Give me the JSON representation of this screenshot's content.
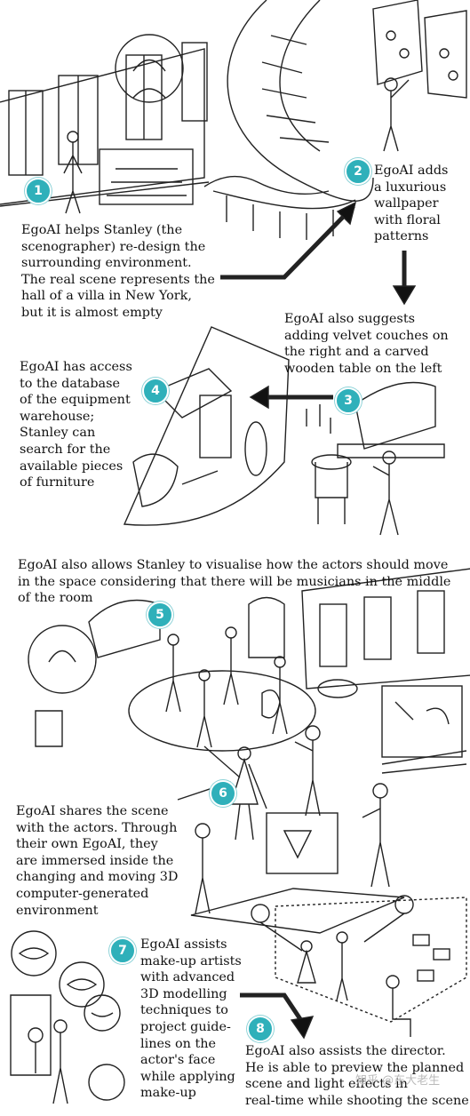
{
  "badges": [
    "1",
    "2",
    "3",
    "4",
    "5",
    "6",
    "7",
    "8"
  ],
  "captions": {
    "c1": "EgoAI helps Stanley (the\nscenographer) re-design the\nsurrounding environment.\nThe real scene represents the\nhall of a villa in New York,\nbut it is almost empty",
    "c2": "EgoAI adds\na luxurious\nwallpaper\nwith floral\npatterns",
    "c3": "EgoAI also suggests\nadding velvet couches on\nthe right and a carved\nwooden table on the left",
    "c4": "EgoAI has access\nto the database\nof the equipment\nwarehouse;\nStanley can\nsearch for the\navailable pieces\nof furniture",
    "c5": "EgoAI also allows Stanley to visualise how the actors should move\nin the space considering that there will be musicians in the middle\nof the room",
    "c6": "EgoAI shares the scene\nwith the actors. Through\ntheir own EgoAI, they\nare immersed inside the\nchanging and moving 3D\ncomputer-generated\nenvironment",
    "c7": "EgoAI assists\nmake-up artists\nwith advanced\n3D modelling\ntechniques to\nproject guide-\nlines on the\nactor's face\nwhile applying\nmake-up",
    "c8": "EgoAI also assists the director.\nHe is able to preview the planned\nscene and light effects in\nreal-time while shooting the scene"
  },
  "watermark": "知乎 @东大老生",
  "colors": {
    "accent": "#2fb0ba",
    "ink": "#111111"
  }
}
